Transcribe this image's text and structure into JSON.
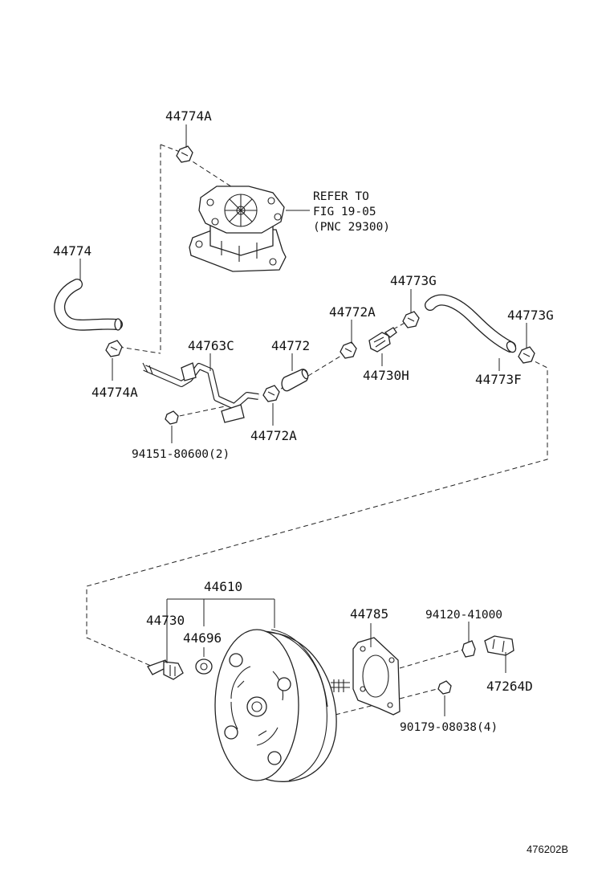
{
  "diagram": {
    "labels": {
      "p44774A_top": "44774A",
      "refer_line1": "REFER TO",
      "refer_line2": "FIG 19-05",
      "refer_line3": "(PNC 29300)",
      "p44774": "44774",
      "p44773G_left": "44773G",
      "p44772A_top": "44772A",
      "p44773G_right": "44773G",
      "p44763C": "44763C",
      "p44772": "44772",
      "p44730H": "44730H",
      "p44773F": "44773F",
      "p44774A_bottom": "44774A",
      "p44772A_bottom": "44772A",
      "p94151": "94151-80600(2)",
      "p44610": "44610",
      "p44730": "44730",
      "p44696": "44696",
      "p44785": "44785",
      "p94120": "94120-41000",
      "p47264D": "47264D",
      "p90179": "90179-08038(4)",
      "figure_code": "476202B"
    }
  }
}
